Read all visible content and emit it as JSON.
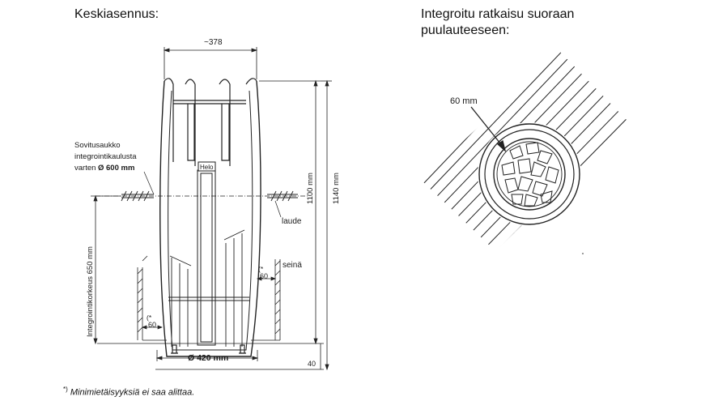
{
  "titles": {
    "left": "Keskiasennus:",
    "right_line1": "Integroitu ratkaisu suoraan",
    "right_line2": "puulauteeseen:"
  },
  "left_drawing": {
    "width_dim": "~378",
    "cutout_label_line1": "Sovitusaukko",
    "cutout_label_line2": "integrointikaulusta",
    "cutout_label_line3": "varten",
    "cutout_diameter": "Ø 600 mm",
    "brand_label": "Helo",
    "bench_label": "laude",
    "wall_label": "seinä",
    "min_distance_mark": "(*",
    "min_distance_value": "60",
    "height_1100": "1100 mm",
    "height_1140": "1140 mm",
    "integration_height": "Integrointikorkeus 650 mm",
    "base_diameter": "Ø 420 mm",
    "foot_height": "40"
  },
  "right_drawing": {
    "distance_label": "60 mm"
  },
  "footnote": {
    "mark": "*)",
    "text": " Minimietäisyyksiä ei saa alittaa."
  }
}
